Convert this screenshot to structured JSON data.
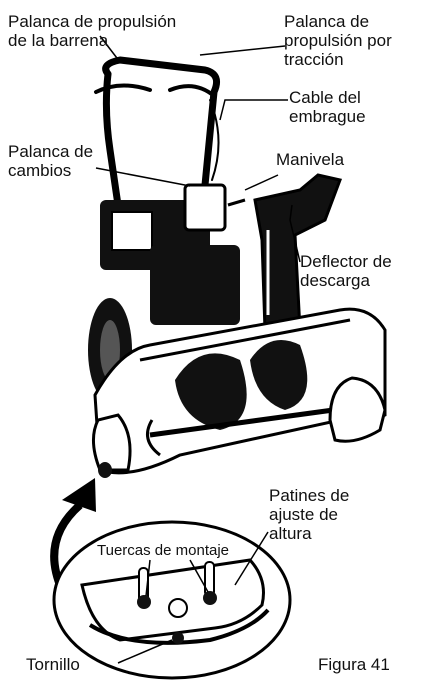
{
  "labels": {
    "auger_lever": "Palanca de propulsión\nde la barrena",
    "traction_lever": "Palanca de\npropulsión por\ntracción",
    "clutch_cable": "Cable del\nembrague",
    "shift_lever": "Palanca de\ncambios",
    "crank": "Manivela",
    "discharge_deflector": "Deflector de\ndescarga",
    "skid_shoes": "Patines de\najuste de\naltura",
    "mounting_nuts": "Tuercas de montaje",
    "bolt": "Tornillo",
    "figure": "Figura 41"
  },
  "illustration": {
    "subject": "snow-thrower",
    "detail": "skid-shoe-closeup"
  }
}
